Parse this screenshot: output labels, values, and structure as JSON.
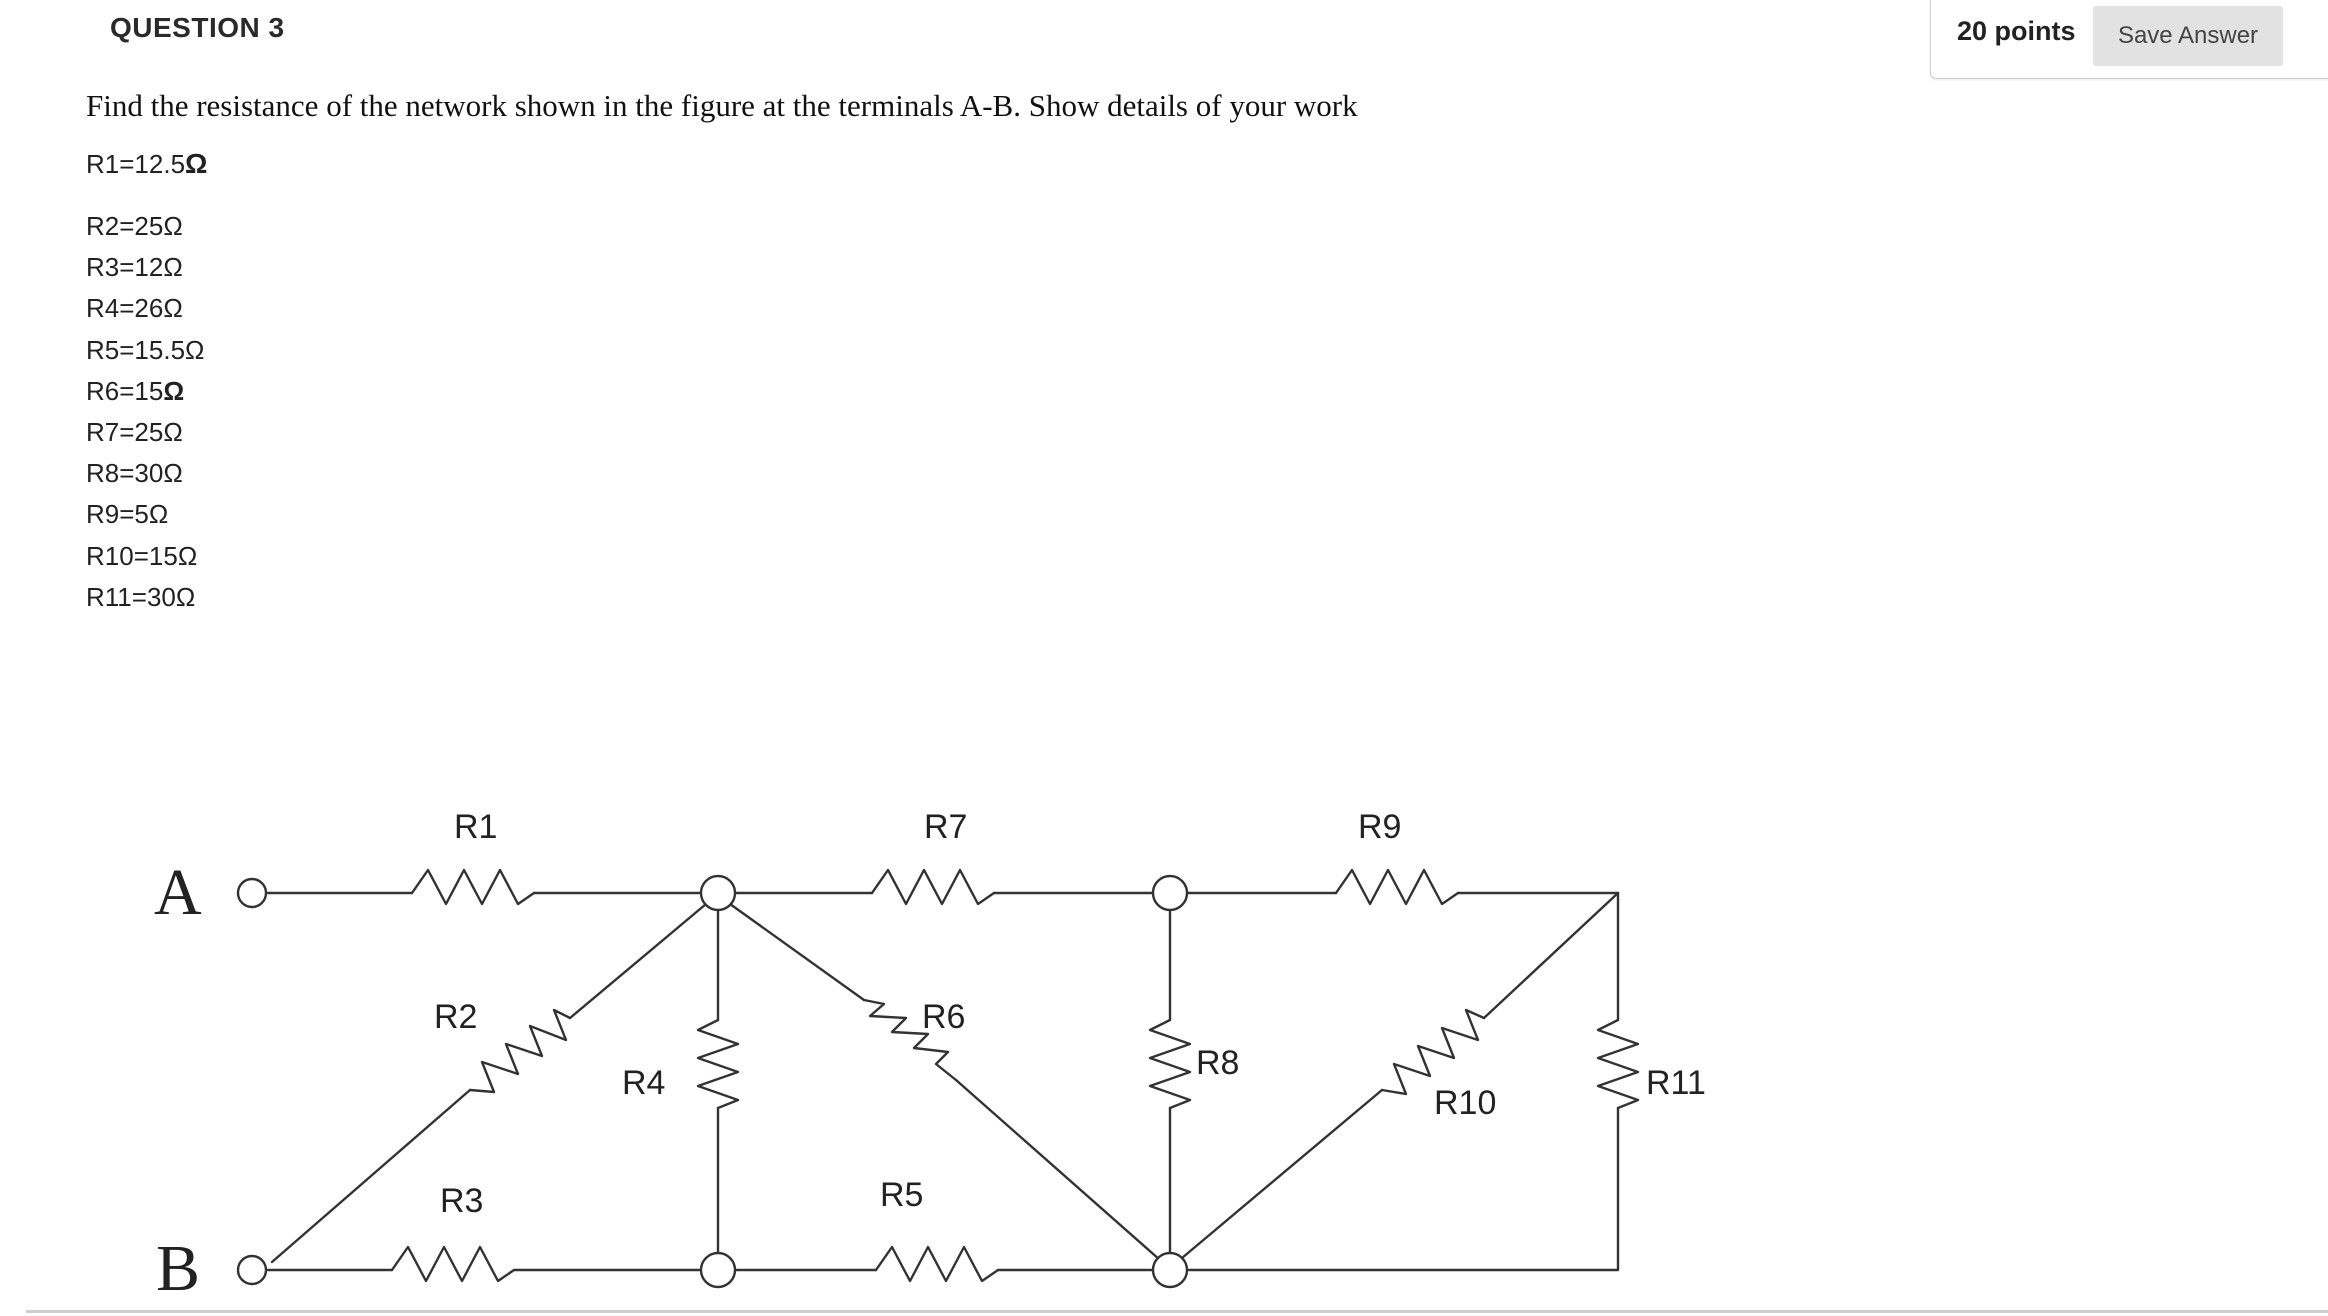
{
  "question": {
    "title": "QUESTION 3",
    "points": "20 points",
    "save_label": "Save Answer",
    "prompt": "Find the resistance of the network shown in the figure at the terminals A-B. Show details of your work"
  },
  "values": [
    {
      "name": "R1=12.5",
      "unit": "Ω"
    },
    {
      "name": "R2=25",
      "unit": "Ω"
    },
    {
      "name": "R3=12",
      "unit": "Ω"
    },
    {
      "name": "R4=26",
      "unit": "Ω"
    },
    {
      "name": "R5=15.5",
      "unit": "Ω"
    },
    {
      "name": "R6=15",
      "unit": "Ω"
    },
    {
      "name": "R7=25",
      "unit": "Ω"
    },
    {
      "name": "R8=30",
      "unit": "Ω"
    },
    {
      "name": "R9=5",
      "unit": "Ω"
    },
    {
      "name": "R10=15",
      "unit": "Ω"
    },
    {
      "name": "R11=30",
      "unit": "Ω"
    }
  ],
  "circuit": {
    "terminal_a": "A",
    "terminal_b": "B",
    "labels": {
      "r1": "R1",
      "r2": "R2",
      "r3": "R3",
      "r4": "R4",
      "r5": "R5",
      "r6": "R6",
      "r7": "R7",
      "r8": "R8",
      "r9": "R9",
      "r10": "R10",
      "r11": "R11"
    }
  }
}
